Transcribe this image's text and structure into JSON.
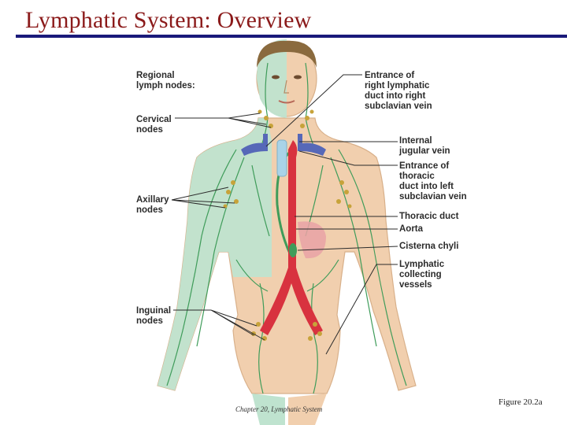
{
  "slide": {
    "title": "Lymphatic System: Overview",
    "footer_chapter": "Chapter 20, Lymphatic System",
    "footer_figure": "Figure 20.2a"
  },
  "labels": {
    "regional_nodes": "Regional\nlymph nodes:",
    "cervical_nodes": "Cervical\nnodes",
    "axillary_nodes": "Axillary\nnodes",
    "inguinal_nodes": "Inguinal\nnodes",
    "right_duct_entrance": "Entrance of\nright lymphatic\nduct into right\nsubclavian vein",
    "internal_jugular": "Internal\njugular vein",
    "thoracic_duct_entrance": "Entrance of\nthoracic\nduct into left\nsubclavian vein",
    "thoracic_duct": "Thoracic duct",
    "aorta": "Aorta",
    "cisterna_chyli": "Cisterna chyli",
    "collecting_vessels": "Lymphatic\ncollecting\nvessels"
  },
  "colors": {
    "title": "#8b1a1a",
    "rule": "#1a1a7a",
    "skin": "#f1cfae",
    "lymph_region": "#bfe3cf",
    "vessel": "#3f9c5a",
    "node": "#c7a33a",
    "aorta": "#d8323f",
    "vein": "#5668b8",
    "hair": "#8a6a3e"
  }
}
